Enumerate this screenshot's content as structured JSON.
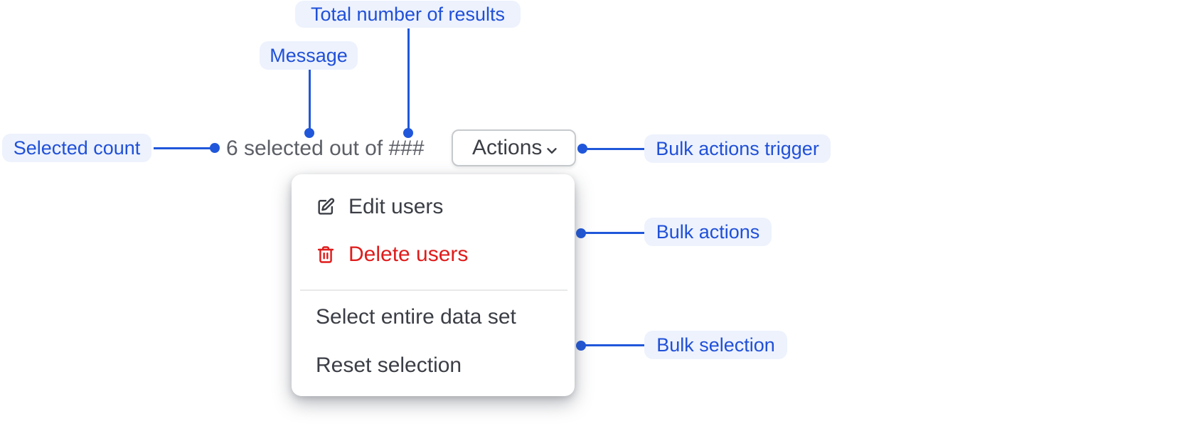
{
  "annotations": {
    "total_results": "Total number of results",
    "message": "Message",
    "selected_count": "Selected count",
    "bulk_actions_trigger": "Bulk actions trigger",
    "bulk_actions": "Bulk actions",
    "bulk_selection": "Bulk selection"
  },
  "component": {
    "message_text": "6 selected out of ###",
    "selected_count_value": "6",
    "total_results_placeholder": "###",
    "actions_button_label": "Actions",
    "menu_items": [
      {
        "label": "Edit users",
        "icon": "edit-icon",
        "variant": "default"
      },
      {
        "label": "Delete users",
        "icon": "trash-icon",
        "variant": "destructive"
      },
      {
        "label": "Select entire data set",
        "icon": "",
        "variant": "default"
      },
      {
        "label": "Reset selection",
        "icon": "",
        "variant": "default"
      }
    ]
  },
  "colors": {
    "accent_blue": "#2057da",
    "callout_background": "#edf2fd",
    "callout_text": "#2050d8",
    "muted_text": "#5c5f66",
    "menu_text": "#3b3e45",
    "danger_red": "#e01c1c",
    "button_border": "#c7cacd",
    "divider": "#e8e9ea",
    "background": "#ffffff"
  }
}
